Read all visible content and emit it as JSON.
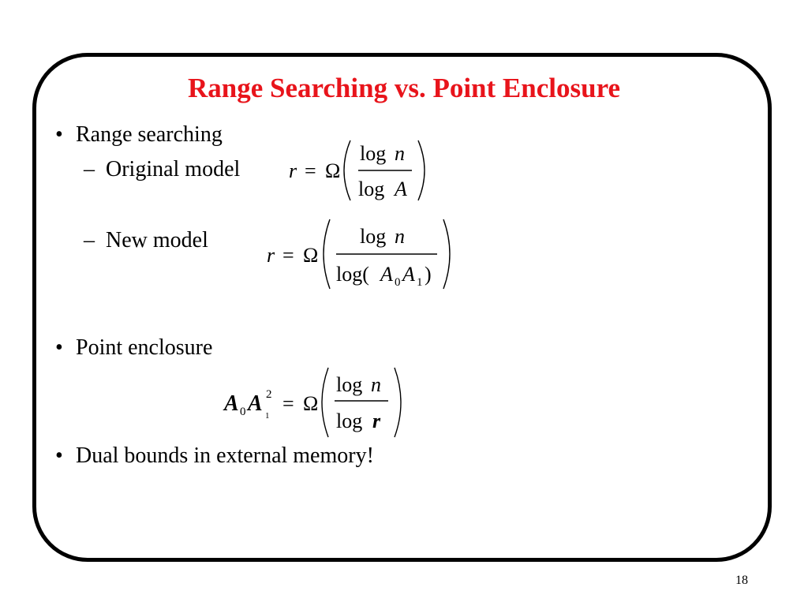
{
  "slide": {
    "title": "Range Searching vs. Point Enclosure",
    "page_number": "18"
  },
  "bullets": [
    {
      "marker": "•",
      "text": "Range searching"
    },
    {
      "marker": "•",
      "text": "Point enclosure"
    },
    {
      "marker": "•",
      "text": "Dual bounds in external memory!"
    }
  ],
  "sub_bullets": [
    {
      "marker": "–",
      "text": "Original model"
    },
    {
      "marker": "–",
      "text": "New model"
    }
  ],
  "equations": {
    "original": {
      "lhs": "r",
      "eq": "=",
      "omega": "Ω",
      "num_log": "log",
      "num_var": "n",
      "den_log": "log",
      "den_var": "A"
    },
    "new": {
      "lhs": "r",
      "eq": "=",
      "omega": "Ω",
      "num_log": "log",
      "num_var": "n",
      "den_log": "log(",
      "den_a": "A",
      "den_sub0": "0",
      "den_a2": "A",
      "den_sub1": "1",
      "den_close": ")"
    },
    "enclosure": {
      "a": "A",
      "sub0": "0",
      "a2": "A",
      "sub1": "1",
      "sup2": "2",
      "eq": "=",
      "omega": "Ω",
      "num_log": "log",
      "num_var": "n",
      "den_log": "log",
      "den_var": "r"
    }
  }
}
